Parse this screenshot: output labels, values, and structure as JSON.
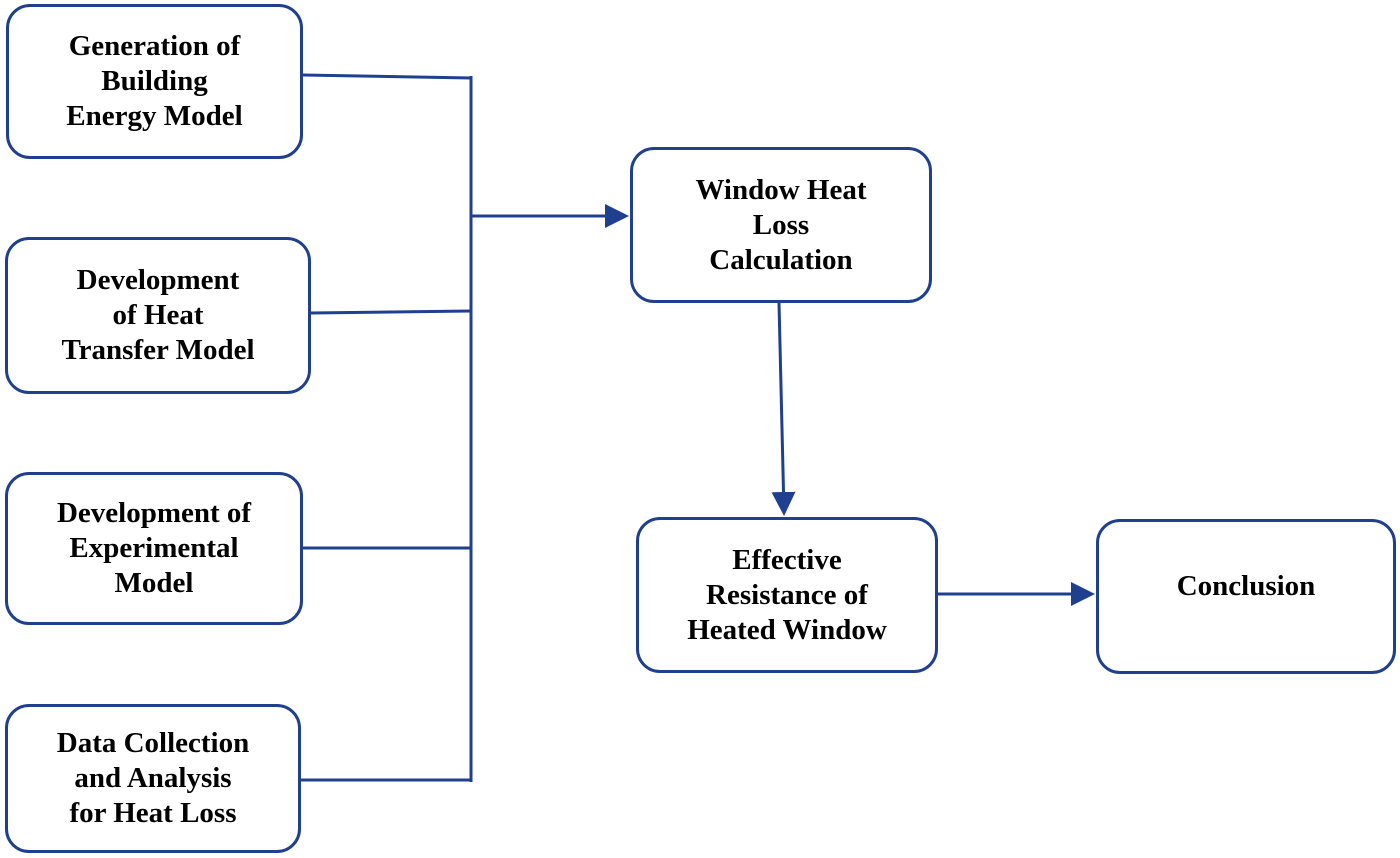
{
  "colors": {
    "stroke": "#1f3f8f",
    "text": "#000000",
    "background": "#ffffff"
  },
  "nodes": {
    "generation": "Generation of\nBuilding\nEnergy Model",
    "heat_transfer": "Development\nof Heat\nTransfer Model",
    "experimental": "Development of\nExperimental\nModel",
    "data_collection": "Data Collection\nand Analysis\nfor Heat Loss",
    "window_heat_loss": "Window Heat\nLoss\nCalculation",
    "effective_resistance": "Effective\nResistance of\nHeated Window",
    "conclusion": "Conclusion"
  },
  "edges": [
    {
      "from": "generation",
      "to": "window_heat_loss"
    },
    {
      "from": "heat_transfer",
      "to": "window_heat_loss"
    },
    {
      "from": "experimental",
      "to": "window_heat_loss"
    },
    {
      "from": "data_collection",
      "to": "window_heat_loss"
    },
    {
      "from": "window_heat_loss",
      "to": "effective_resistance"
    },
    {
      "from": "effective_resistance",
      "to": "conclusion"
    }
  ]
}
